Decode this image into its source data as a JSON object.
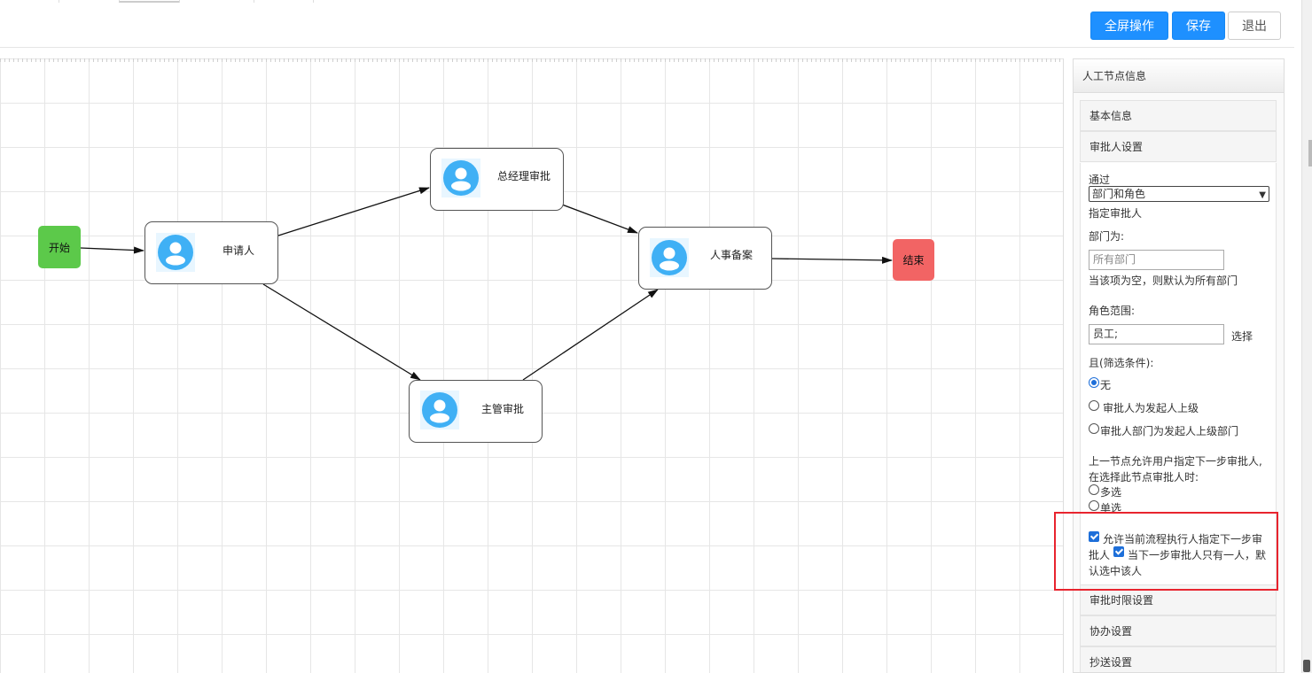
{
  "toolbar": {
    "fullscreen_label": "全屏操作",
    "save_label": "保存",
    "exit_label": "退出"
  },
  "flow": {
    "start_label": "开始",
    "end_label": "结束",
    "nodes": {
      "applicant": "申请人",
      "gm_approval": "总经理审批",
      "supervisor_approval": "主管审批",
      "hr_record": "人事备案"
    }
  },
  "panel": {
    "title": "人工节点信息",
    "sections": {
      "basic_info": "基本信息",
      "approver_settings": "审批人设置",
      "time_limit": "审批时限设置",
      "assist": "协办设置",
      "cc": "抄送设置"
    },
    "via_label": "通过",
    "via_value": "部门和角色",
    "assign_label": "指定审批人",
    "dept_label": "部门为:",
    "dept_placeholder": "所有部门",
    "dept_hint": "当该项为空，则默认为所有部门",
    "role_label": "角色范围:",
    "role_value": "员工;",
    "choose_label": "选择",
    "filter_label": "且(筛选条件):",
    "filter_none": "无",
    "filter_superior": "审批人为发起人上级",
    "filter_superior_dept": "审批人部门为发起人上级部门",
    "prev_node_line1": "上一节点允许用户指定下一步审批人,",
    "prev_node_line2": "在选择此节点审批人时:",
    "multi_select": "多选",
    "single_select": "单选",
    "allow_specify_a": "允许当前流程执行人指定下一步审",
    "allow_specify_b": "批人",
    "default_select_a": "当下一步审批人只有一人，默",
    "default_select_b": "认选中该人"
  }
}
